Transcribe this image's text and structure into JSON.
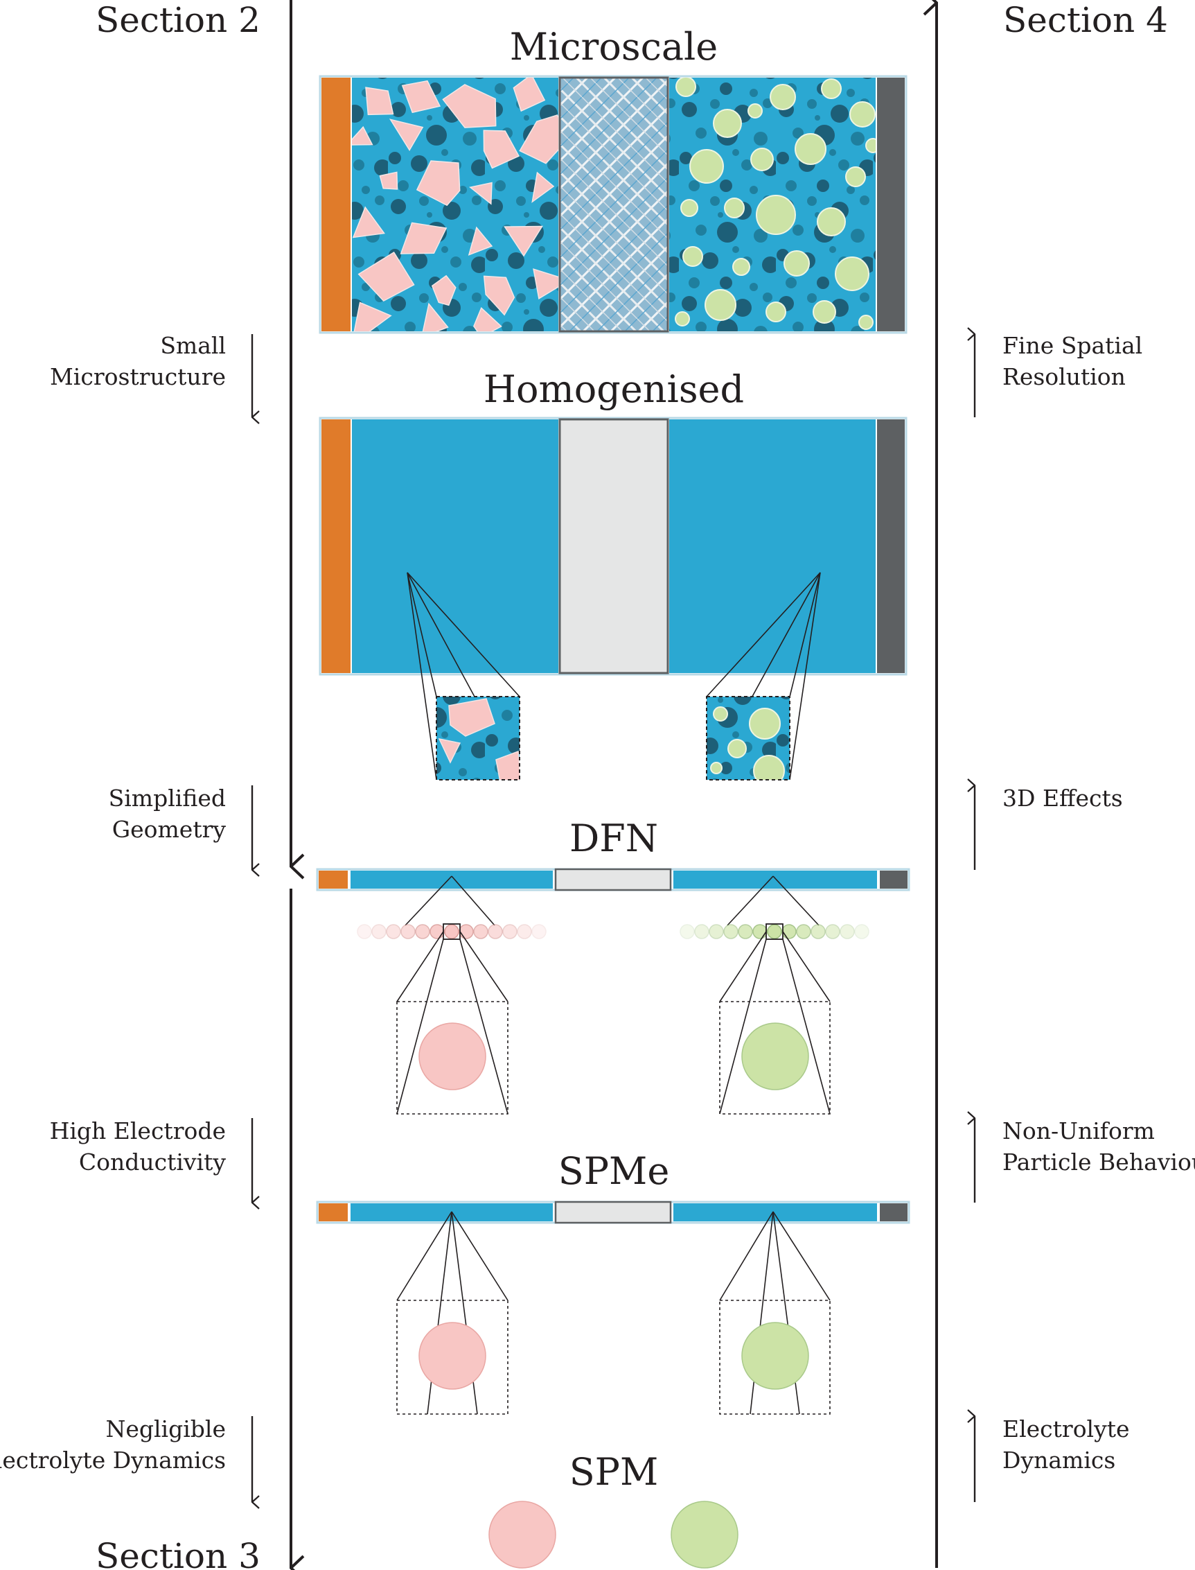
{
  "sections": {
    "top_left": "Section 2",
    "top_right": "Section 4",
    "bottom_left": "Section 3"
  },
  "stages": {
    "microscale": "Microscale",
    "homogenised": "Homogenised",
    "dfn": "DFN",
    "spme": "SPMe",
    "spm": "SPM"
  },
  "left_steps": [
    {
      "line1": "Small",
      "line2": "Microstructure"
    },
    {
      "line1": "Simplified",
      "line2": "Geometry"
    },
    {
      "line1": "High Electrode",
      "line2": "Conductivity"
    },
    {
      "line1": "Negligible",
      "line2": "Electrolyte Dynamics"
    }
  ],
  "right_steps": [
    {
      "line1": "Fine Spatial",
      "line2": "Resolution"
    },
    {
      "line1": "3D Effects",
      "line2": ""
    },
    {
      "line1": "Non-Uniform",
      "line2": "Particle Behaviour"
    },
    {
      "line1": "Electrolyte",
      "line2": "Dynamics"
    }
  ],
  "colors": {
    "negative_collector": "#e07b2a",
    "positive_collector": "#5d6062",
    "electrolyte": "#2ba8d2",
    "electrolyte_dark": "#1f7f9e",
    "pore_dark": "#1d5f78",
    "separator": "#e5e6e6",
    "negative_particle": "#f8c6c4",
    "positive_particle": "#cce3a6",
    "outline": "#b9d9e6",
    "line": "#231f20"
  }
}
